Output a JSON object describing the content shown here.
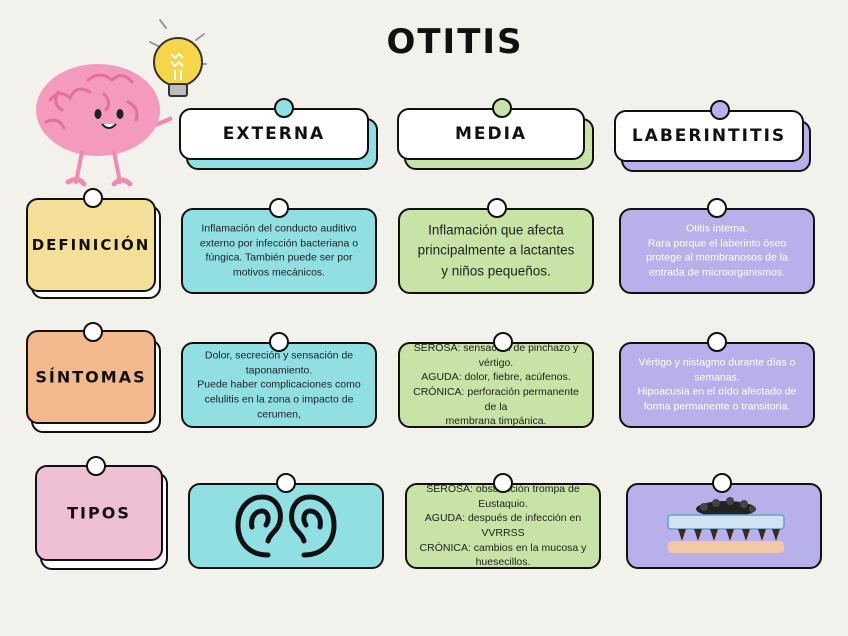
{
  "title": "OTITIS",
  "columns": [
    {
      "key": "externa",
      "label": "EXTERNA",
      "color": "#90dfe3"
    },
    {
      "key": "media",
      "label": "MEDIA",
      "color": "#c8e3a6"
    },
    {
      "key": "laberintitis",
      "label": "LABERINTITIS",
      "color": "#b8b0ea"
    }
  ],
  "rows": [
    {
      "key": "definicion",
      "label": "DEFINICIÓN",
      "color": "#f3df98"
    },
    {
      "key": "sintomas",
      "label": "SÍNTOMAS",
      "color": "#f2b98e"
    },
    {
      "key": "tipos",
      "label": "TIPOS",
      "color": "#efbfd6"
    }
  ],
  "cells": {
    "definicion": {
      "externa": "Inflamación del conducto auditivo\nexterno por infección bacteriana o\nfúngica. También puede ser por\nmotivos mecánicos.",
      "media": "Inflamación que afecta\nprincipalmente a lactantes\ny niños pequeños.",
      "laberintitis": "Otitis interna.\nRara porque el laberinto óseo\nprotege al membranosos de la\nentrada de microorganismos."
    },
    "sintomas": {
      "externa": "Dolor, secreción y sensación de\ntaponamiento.\nPuede haber complicaciones como\ncelulitis en la zona o impacto de cerumen,",
      "media": "SEROSA: sensación de pinchazo y vértigo.\nAGUDA: dolor, fiebre, acúfenos.\nCRÓNICA: perforación permanente de la\nmembrana timpánica.",
      "laberintitis": "Vértigo y nistagmo durante días o\nsemanas.\nHipoacusia en el oído afectado de\nforma permanente o transitoria."
    },
    "tipos": {
      "externa_icon": "ears-icon",
      "media": "SEROSA: obstrucción trompa de Eustaquio.\nAGUDA: después de infección en VVRRSS\nCRÓNICA: cambios en la mucosa y\nhuesecillos.",
      "laberintitis_icon": "bacteria-culture-icon"
    }
  }
}
